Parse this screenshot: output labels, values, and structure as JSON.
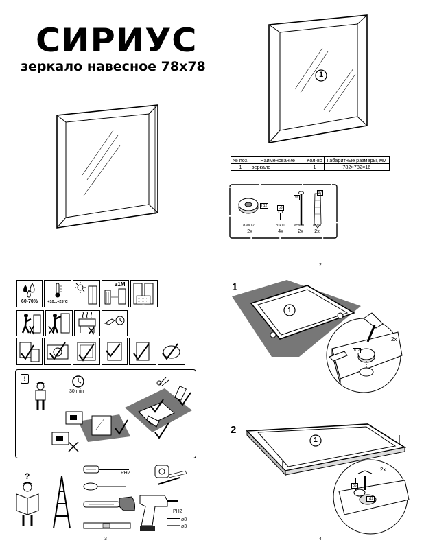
{
  "header": {
    "title": "СИРИУС",
    "subtitle": "зеркало навесное 78х78"
  },
  "parts_table": {
    "headers": [
      "№ поз.",
      "Наименование",
      "Кол-во",
      "Габаритные размеры, мм"
    ],
    "rows": [
      [
        "1",
        "зеркало",
        "1",
        "782×782×16"
      ]
    ]
  },
  "part_marker": "1",
  "hardware": [
    {
      "code": "h12",
      "size": "ø30х12",
      "qty": "2х"
    },
    {
      "code": "b6",
      "size": "d3х11",
      "qty": "4х"
    },
    {
      "code": "s6",
      "size": "ø5х60",
      "qty": "2х"
    },
    {
      "code": "s7",
      "size": "ø5х60",
      "qty": "2х"
    }
  ],
  "conditions": {
    "humidity": "60-70%",
    "temperature": "+10...+25°C",
    "distance": "≥1M"
  },
  "assembly_note": {
    "time": "30 min"
  },
  "tools": {
    "screwdriver": "PH2",
    "drill_bit": "PH2",
    "drill_d8": "ø8",
    "drill_d3": "ø3"
  },
  "steps": [
    {
      "number": "1",
      "qty": "2х",
      "part": "1",
      "hw": "h12"
    },
    {
      "number": "2",
      "qty": "2х",
      "part": "1",
      "hw_a": "b6",
      "hw_b": "h12"
    }
  ],
  "pages": {
    "p2": "2",
    "p3": "3",
    "p4": "4"
  }
}
